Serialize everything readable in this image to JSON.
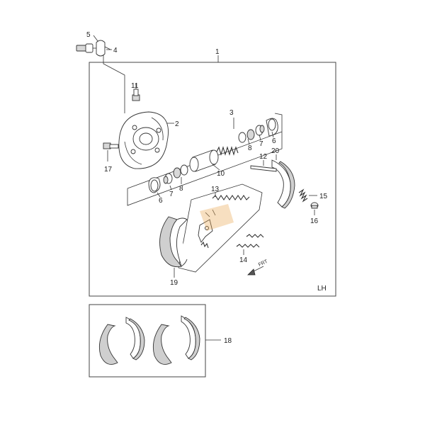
{
  "diagram": {
    "side_label": "LH",
    "direction_label": "FRT",
    "callouts": {
      "c1": "1",
      "c2": "2",
      "c3": "3",
      "c4": "4",
      "c5": "5",
      "c6a": "6",
      "c6b": "6",
      "c7a": "7",
      "c7b": "7",
      "c8a": "8",
      "c8b": "8",
      "c10": "10",
      "c11": "11",
      "c12": "12",
      "c13": "13",
      "c14": "14",
      "c15": "15",
      "c16": "16",
      "c17": "17",
      "c18": "18",
      "c19": "19",
      "c20": "20"
    },
    "colors": {
      "line": "#333333",
      "lining": "#cfcfcf",
      "watermark": "#e9a24a"
    }
  }
}
